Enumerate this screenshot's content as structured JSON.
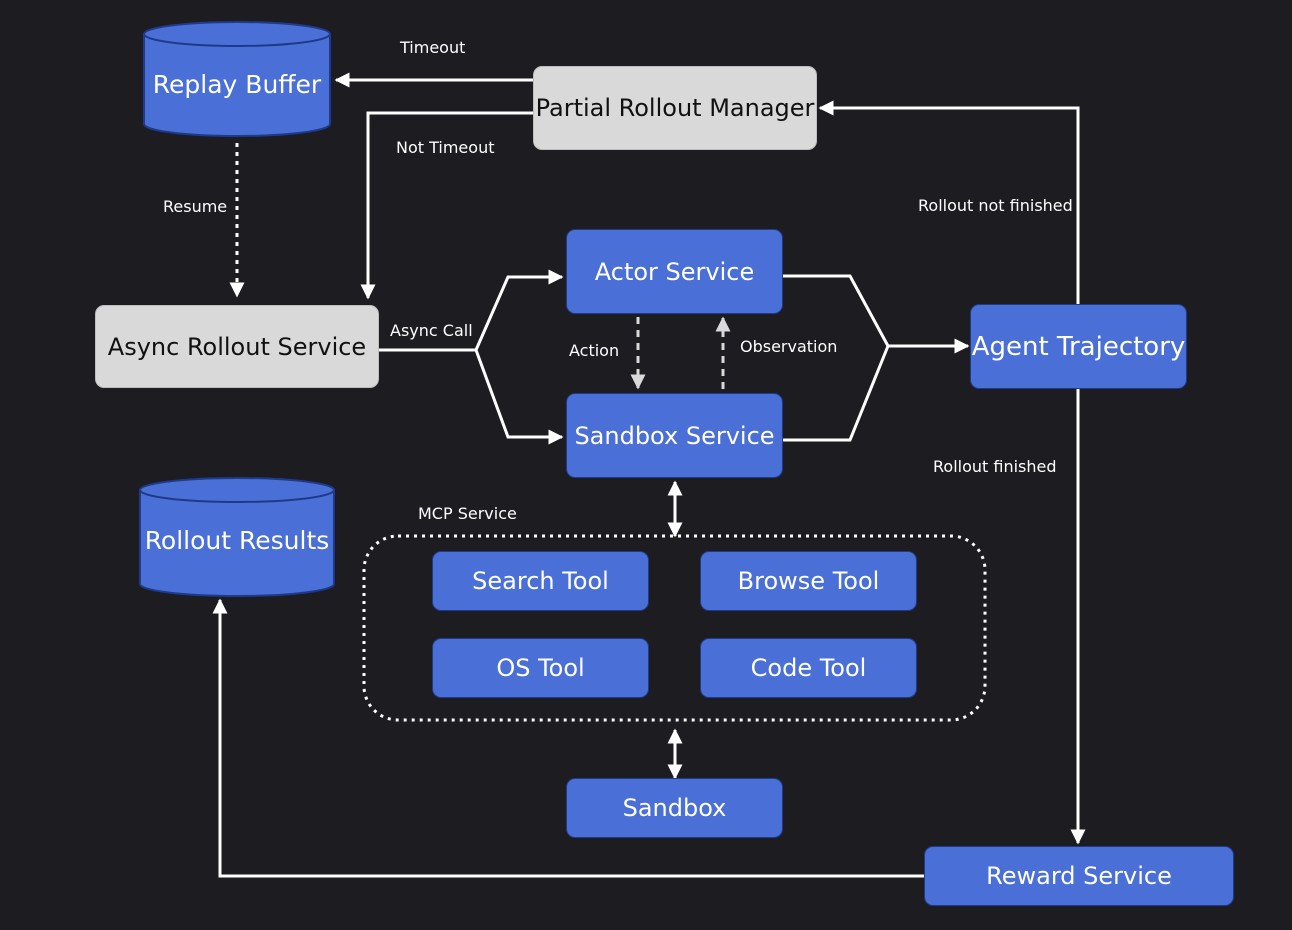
{
  "nodes": {
    "replay_buffer": "Replay Buffer",
    "partial_rollout_manager": "Partial Rollout Manager",
    "async_rollout_service": "Async Rollout Service",
    "actor_service": "Actor Service",
    "sandbox_service": "Sandbox Service",
    "agent_trajectory": "Agent Trajectory",
    "rollout_results": "Rollout Results",
    "search_tool": "Search Tool",
    "browse_tool": "Browse Tool",
    "os_tool": "OS Tool",
    "code_tool": "Code Tool",
    "sandbox": "Sandbox",
    "reward_service": "Reward Service"
  },
  "edge_labels": {
    "timeout": "Timeout",
    "not_timeout": "Not Timeout",
    "resume": "Resume",
    "async_call": "Async Call",
    "action": "Action",
    "observation": "Observation",
    "rollout_not_finished": "Rollout not finished",
    "rollout_finished": "Rollout finished"
  },
  "groups": {
    "mcp_service": "MCP Service"
  },
  "colors": {
    "background": "#1c1c21",
    "blue_node": "#4a6fd6",
    "grey_node": "#d9d9d9",
    "arrow": "#ffffff"
  }
}
